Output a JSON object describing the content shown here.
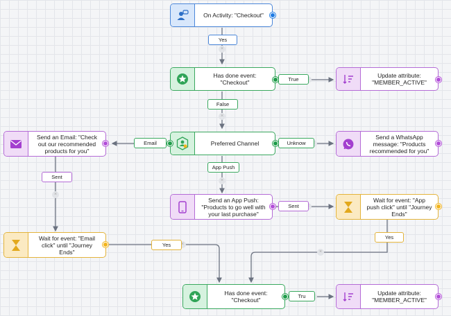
{
  "nodes": {
    "on_activity": {
      "label": "On Activity: \"Checkout\""
    },
    "has_done_1": {
      "label": "Has done event: \"Checkout\""
    },
    "update_1": {
      "label": "Update attribute: \"MEMBER_ACTIVE\""
    },
    "preferred": {
      "label": "Preferred Channel"
    },
    "email": {
      "label": "Send an Email: \"Check out our recommended products for you\""
    },
    "whatsapp": {
      "label": "Send a WhatsApp message: \"Products recommended for you\""
    },
    "app_push": {
      "label": "Send an App Push: \"Products to go well with your last purchase\""
    },
    "wait_push": {
      "label": "Wait for event: \"App push click\" until \"Journey Ends\""
    },
    "wait_email": {
      "label": "Wait for event: \"Email click\" until \"Journey Ends\""
    },
    "has_done_2": {
      "label": "Has done event: \"Checkout\""
    },
    "update_2": {
      "label": "Update attribute: \"MEMBER_ACTIVE\""
    }
  },
  "edges": {
    "yes_1": "Yes",
    "true_1": "True",
    "false_1": "False",
    "email": "Email",
    "unknown": "Unknow",
    "app_push": "App Push",
    "sent_email": "Sent",
    "sent_push": "Sent",
    "yes_push": "Yes",
    "yes_email": "Yes",
    "true_2": "Tru"
  },
  "icons": {
    "on_activity": "user-chat-icon",
    "has_done": "star-icon",
    "update": "sort-attribute-icon",
    "preferred": "channel-user-icon",
    "email": "envelope-icon",
    "whatsapp": "whatsapp-icon",
    "app_push": "mobile-phone-icon",
    "wait": "hourglass-icon",
    "delete": "x-icon"
  },
  "colors": {
    "trigger": "#4a86d9",
    "condition": "#39a85e",
    "action": "#b46bd6",
    "wait": "#e3b33a",
    "connector": "#6b7280"
  }
}
